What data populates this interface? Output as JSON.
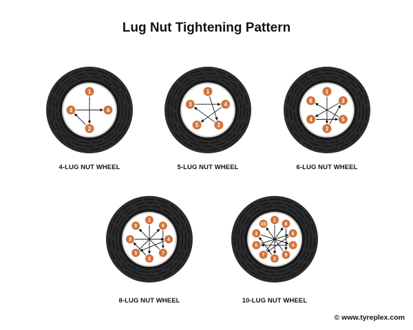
{
  "title": "Lug Nut Tightening Pattern",
  "colors": {
    "nut": "#d0743b",
    "tire": "#2a2a2a",
    "tread": "#111111",
    "arrow": "#111111"
  },
  "wheels": [
    {
      "caption": "4-LUG NUT WHEEL",
      "order": [
        "1",
        "4",
        "2",
        "3"
      ]
    },
    {
      "caption": "5-LUG NUT WHEEL",
      "order": [
        "1",
        "4",
        "2",
        "5",
        "3"
      ]
    },
    {
      "caption": "6-LUG NUT WHEEL",
      "order": [
        "1",
        "3",
        "5",
        "2",
        "4",
        "6"
      ]
    },
    {
      "caption": "8-LUG NUT WHEEL",
      "order": [
        "1",
        "6",
        "4",
        "7",
        "2",
        "5",
        "3",
        "8"
      ]
    },
    {
      "caption": "10-LUG NUT WHEEL",
      "order": [
        "1",
        "8",
        "6",
        "4",
        "9",
        "2",
        "7",
        "5",
        "3",
        "10"
      ]
    }
  ],
  "credit": "© www.tyreplex.com"
}
